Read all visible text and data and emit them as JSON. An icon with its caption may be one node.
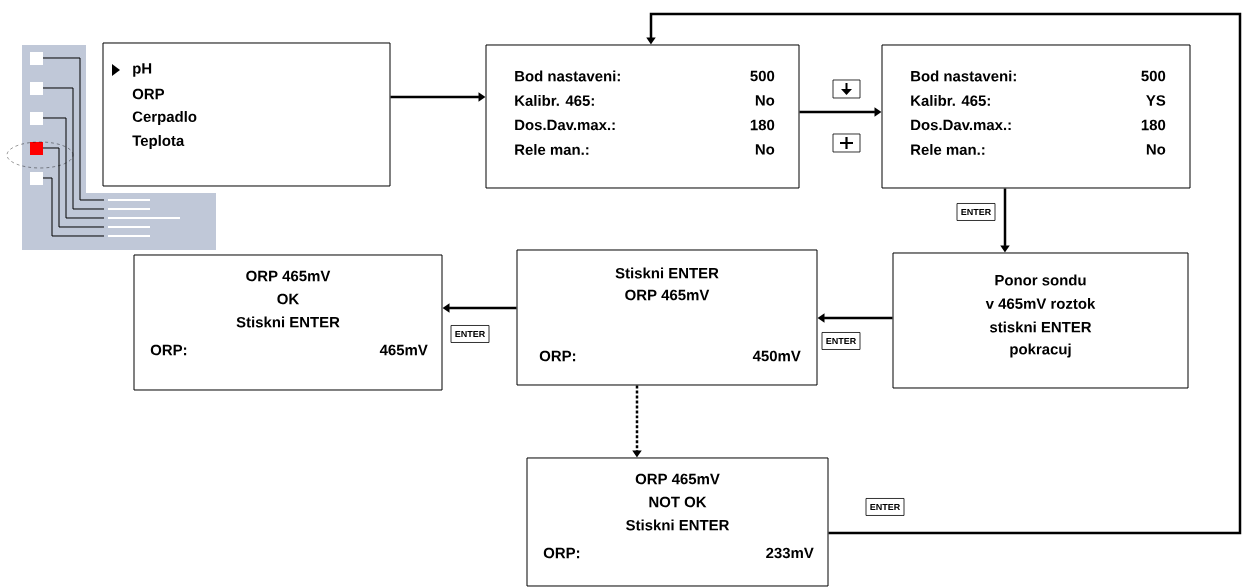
{
  "diagram": {
    "nodes": [
      {
        "text": [
          "pH",
          "ORP",
          "Cerpadlo",
          "Teplota"
        ]
      },
      {
        "text": [
          "Bod nastaveni:",
          "500",
          "Kalibr. 465:",
          "No",
          "Dos.Dav.max.:",
          "180",
          "Rele man.:",
          "No"
        ]
      },
      {
        "text": [
          "Bod nastaveni:",
          "500",
          "Kalibr. 465:",
          "YS",
          "Dos.Dav.max.:",
          "180",
          "Rele man.:",
          "No"
        ]
      },
      {
        "text": [
          "Ponor sondu",
          "v 465mV roztok",
          "stiskni ENTER",
          "pokracuj"
        ]
      },
      {
        "text": [
          "Stiskni ENTER",
          "ORP 465mV",
          "ORP:",
          "450mV"
        ]
      },
      {
        "text": [
          "ORP 465mV",
          "OK",
          "Stiskni ENTER",
          "ORP:",
          "465mV"
        ]
      },
      {
        "text": [
          "ORP 465mV",
          "NOT OK",
          "Stiskni ENTER",
          "ORP:",
          "233mV"
        ]
      }
    ],
    "edges": [
      {
        "from": 0,
        "to": 1,
        "arrow": "to"
      },
      {
        "from": 1,
        "to": 2,
        "arrow": "to"
      },
      {
        "from": 2,
        "to": 3,
        "arrow": "to",
        "label": "ENTER"
      },
      {
        "from": 3,
        "to": 4,
        "arrow": "to",
        "label": "ENTER"
      },
      {
        "from": 4,
        "to": 5,
        "arrow": "to",
        "label": "ENTER"
      },
      {
        "from": 4,
        "to": 6,
        "arrow": "to",
        "style": "dashed"
      },
      {
        "from": 6,
        "to": 1,
        "arrow": "to",
        "label": "ENTER"
      }
    ]
  }
}
